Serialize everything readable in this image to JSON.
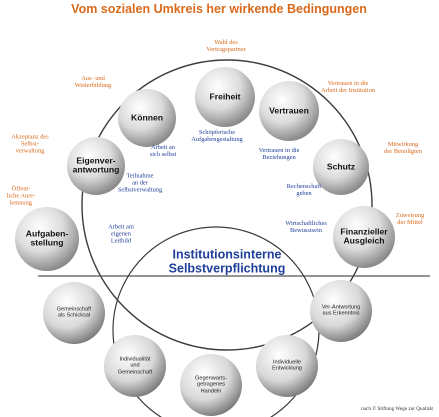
{
  "title": "Vom sozialen Umkreis her wirkende  Bedingungen",
  "center_title": [
    "Institutionsinterne",
    "Selbstverpflichtung"
  ],
  "credit": "nach © Stiftung Wege zur Qualität",
  "top_nodes": [
    {
      "id": "freiheit",
      "label": [
        "Freiheit"
      ]
    },
    {
      "id": "vertrauen",
      "label": [
        "Vertrauen"
      ]
    },
    {
      "id": "schutz",
      "label": [
        "Schutz"
      ]
    },
    {
      "id": "finanzieller-ausgleich",
      "label": [
        "Finanzieller",
        "Ausgleich"
      ]
    },
    {
      "id": "aufgabenstellung",
      "label": [
        "Aufgaben-",
        "stellung"
      ]
    },
    {
      "id": "eigenverantwortung",
      "label": [
        "Eigenver-",
        "antwortung"
      ]
    },
    {
      "id": "koennen",
      "label": [
        "Können"
      ]
    }
  ],
  "outer_labels": [
    {
      "id": "wahl-vertragspartner",
      "lines": [
        "Wahl des",
        "Vertragspartner"
      ]
    },
    {
      "id": "vertrauen-institution",
      "lines": [
        "Vertrauen in die",
        "Arbeit der Institution"
      ]
    },
    {
      "id": "mitwirkung",
      "lines": [
        "Mitwirkung",
        "der Beteiligten"
      ]
    },
    {
      "id": "zuweisung-mittel",
      "lines": [
        "Zuweisung",
        "der Mittel"
      ]
    },
    {
      "id": "oeffentliche-anerkennung",
      "lines": [
        "Öffent-",
        "liche Aner-",
        "kennung"
      ]
    },
    {
      "id": "akzeptanz-selbstverwaltung",
      "lines": [
        "Akzeptanz des",
        "Selbst-",
        "verwaltung"
      ]
    },
    {
      "id": "aus-weiterbildung",
      "lines": [
        "Aus- und",
        "Weiterbildung"
      ]
    }
  ],
  "inner_labels": [
    {
      "id": "schoepferische-aufgabengestaltung",
      "lines": [
        "Schöpferische",
        "Aufgabengestaltung"
      ]
    },
    {
      "id": "vertrauen-beziehungen",
      "lines": [
        "Vertrauen in die",
        "Beziehungen"
      ]
    },
    {
      "id": "rechenschaft-geben",
      "lines": [
        "Rechenschaft",
        "geben"
      ]
    },
    {
      "id": "wirtschaftliches-bewusstsein",
      "lines": [
        "Wirtschaftliches",
        "Bewusstsein"
      ]
    },
    {
      "id": "arbeit-eigenen-leitbild",
      "lines": [
        "Arbeit am",
        "eigenen",
        "Leitbild"
      ]
    },
    {
      "id": "teilnahme-selbstverwaltung",
      "lines": [
        "Teilnahme",
        "an der",
        "Selbstverwaltung"
      ]
    },
    {
      "id": "arbeit-an-sich-selbst",
      "lines": [
        "Arbeit an",
        "sich selbst"
      ]
    }
  ],
  "bottom_nodes": [
    {
      "id": "gemeinschaft-als-schicksal",
      "label": [
        "Gemeinschaft",
        "als Schicksal"
      ]
    },
    {
      "id": "ver-antwortung-erkenntnis",
      "label": [
        "Ver-Antwortung",
        "aus Erkenntnis"
      ]
    },
    {
      "id": "individuelle-entwicklung",
      "label": [
        "Individuelle",
        "Entwicklung"
      ]
    },
    {
      "id": "gegenwarts-getragenes-handeln",
      "label": [
        "Gegenwarts-",
        "getragenes",
        "Handeln"
      ]
    },
    {
      "id": "individualitaet-gemeinschaft",
      "label": [
        "Individualität",
        "und",
        "Gemeinschaft"
      ]
    }
  ],
  "colors": {
    "title": "#d96a1c",
    "outer_text": "#d96a1c",
    "inner_text": "#1f3f9a",
    "center_title": "#1f3f9a",
    "ring": "#404040"
  }
}
